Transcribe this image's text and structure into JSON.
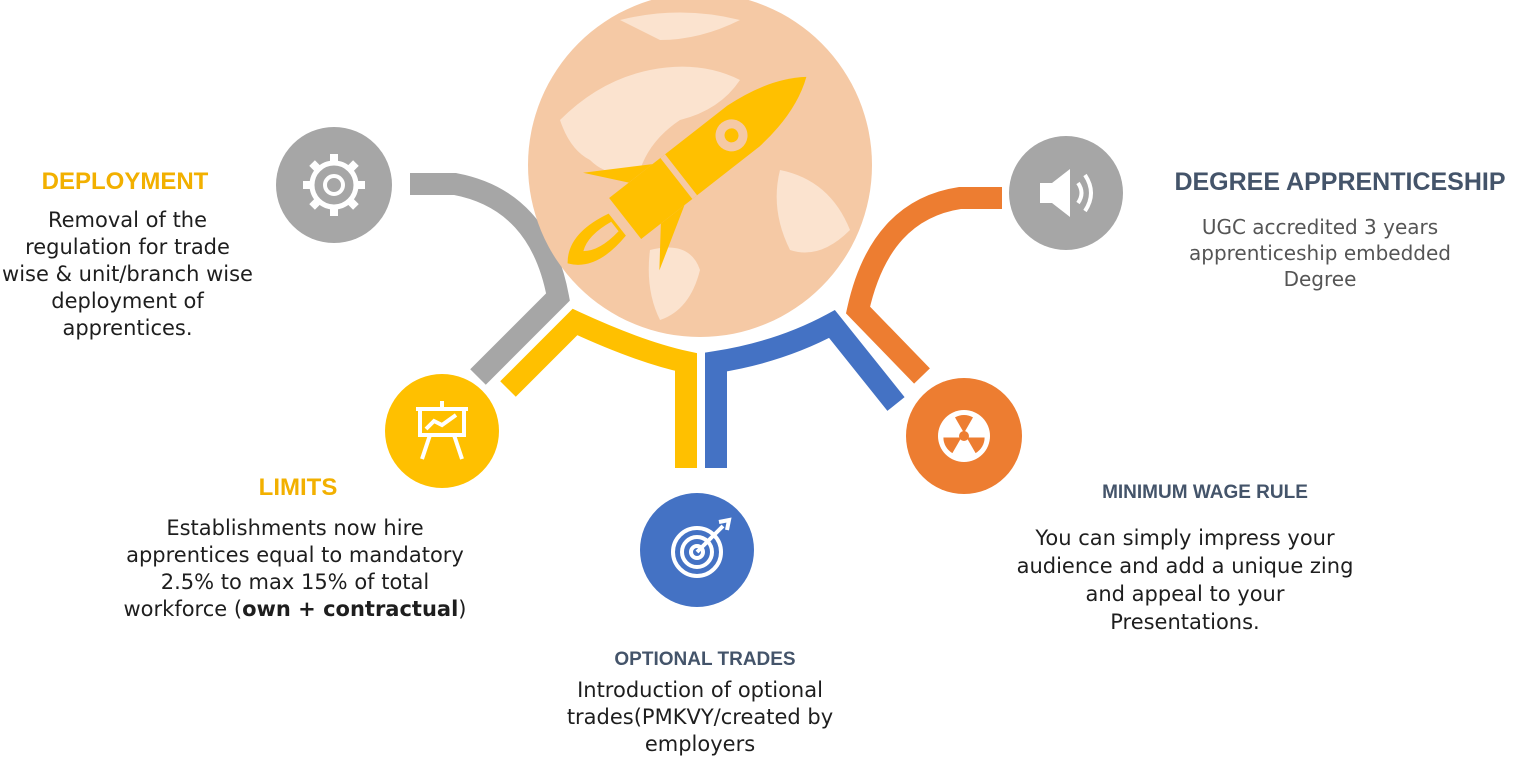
{
  "colors": {
    "gray": "#a6a6a6",
    "yellow": "#ffc000",
    "blue": "#4472c4",
    "orange": "#ed7d31",
    "globe": "#f5c9a5",
    "globe_land": "#fbe3cf",
    "rocket": "#ffc000"
  },
  "icons": {
    "center": "rocket-icon",
    "deployment": "gear-icon",
    "degree": "speaker-icon",
    "limits": "presentation-board-icon",
    "optional": "target-icon",
    "wage": "radiation-icon"
  },
  "deployment": {
    "title": "DEPLOYMENT",
    "body": "Removal of the regulation for trade wise & unit/branch wise deployment of apprentices."
  },
  "degree": {
    "title": "DEGREE APPRENTICESHIP",
    "body": "UGC accredited 3 years apprenticeship embedded Degree"
  },
  "limits": {
    "title": "LIMITS",
    "body_lead": "Establishments now hire apprentices equal to mandatory 2.5% to max 15% of total workforce (",
    "body_bold": "own + contractual",
    "body_tail": ")"
  },
  "wage": {
    "title": "MINIMUM WAGE RULE",
    "body": "You can simply impress your audience and add a unique zing and appeal to your Presentations."
  },
  "optional": {
    "title": "OPTIONAL TRADES",
    "body": "Introduction of optional trades(PMKVY/created by employers"
  }
}
